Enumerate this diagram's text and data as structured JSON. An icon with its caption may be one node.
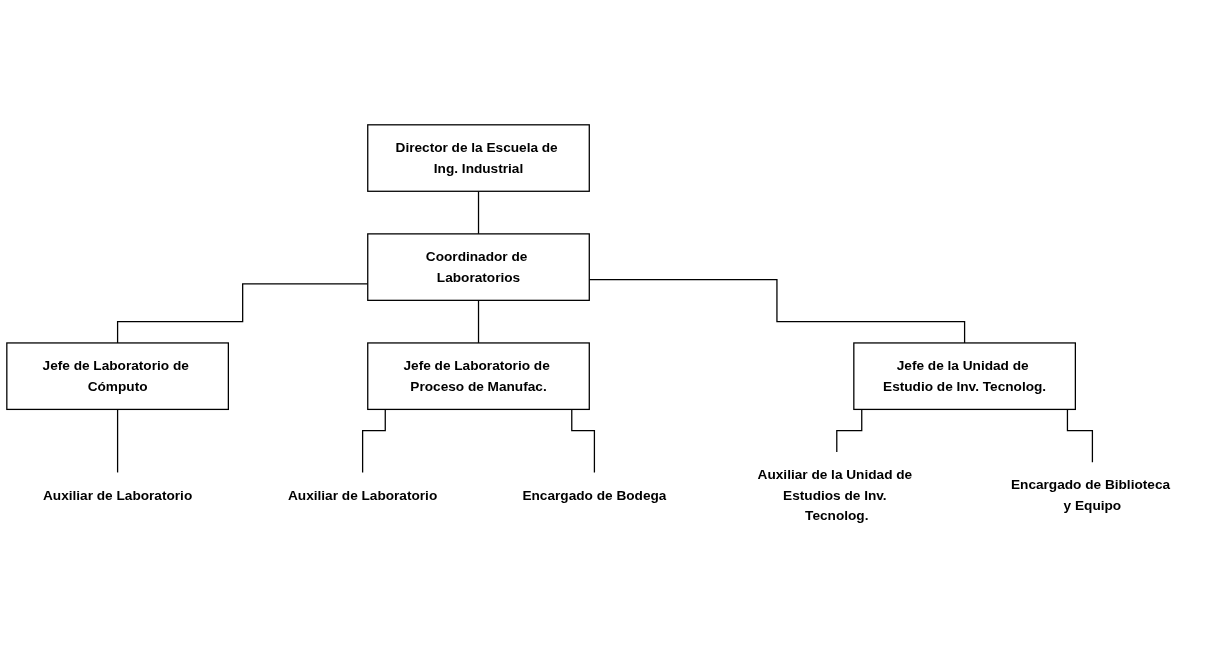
{
  "diagram": {
    "nodes": [
      {
        "text": [
          "Director de la Escuela de Ing. Industrial"
        ]
      },
      {
        "text": [
          "Coordinador de Laboratorios"
        ]
      },
      {
        "text": [
          "Jefe de Laboratorio de Cómputo"
        ]
      },
      {
        "text": [
          "Jefe de Laboratorio de Proceso de Manufac."
        ]
      },
      {
        "text": [
          "Jefe de la Unidad de Estudio de Inv. Tecnolog."
        ]
      },
      {
        "text": [
          "Auxiliar de Laboratorio"
        ]
      },
      {
        "text": [
          "Auxiliar de Laboratorio"
        ]
      },
      {
        "text": [
          "Encargado de Bodega"
        ]
      },
      {
        "text": [
          "Auxiliar de la Unidad de Estudios de Inv. Tecnolog."
        ]
      },
      {
        "text": [
          "Encargado de Biblioteca y Equipo"
        ]
      }
    ],
    "edges": [
      {
        "from": 0,
        "to": 1,
        "arrow": "none"
      },
      {
        "from": 1,
        "to": 2,
        "arrow": "none"
      },
      {
        "from": 1,
        "to": 3,
        "arrow": "none"
      },
      {
        "from": 1,
        "to": 4,
        "arrow": "none"
      },
      {
        "from": 2,
        "to": 5,
        "arrow": "none"
      },
      {
        "from": 3,
        "to": 6,
        "arrow": "none"
      },
      {
        "from": 3,
        "to": 7,
        "arrow": "none"
      },
      {
        "from": 4,
        "to": 8,
        "arrow": "none"
      },
      {
        "from": 4,
        "to": 9,
        "arrow": "none"
      }
    ]
  }
}
